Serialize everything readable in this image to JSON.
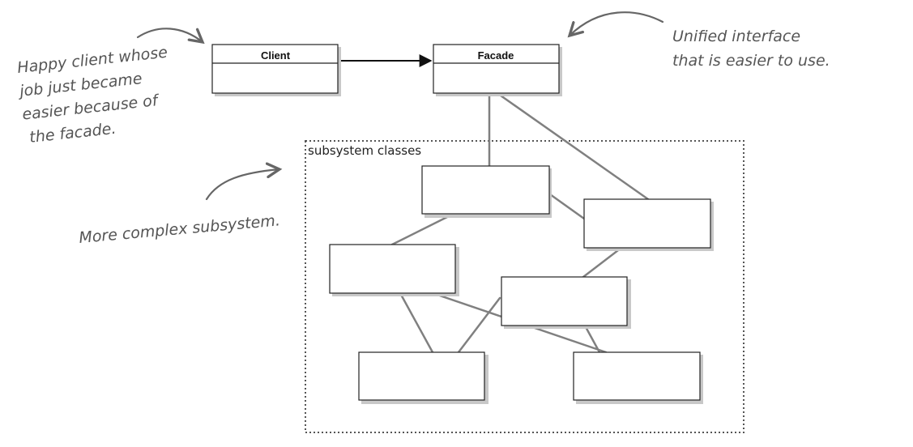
{
  "client": {
    "title": "Client"
  },
  "facade": {
    "title": "Facade"
  },
  "subsystem": {
    "label": "subsystem classes"
  },
  "notes": {
    "client_note": [
      "Happy client whose",
      "job just became",
      "easier because of",
      "the facade."
    ],
    "facade_note": [
      "Unified interface",
      "that is easier to use."
    ],
    "subsystem_note": "More complex subsystem."
  }
}
